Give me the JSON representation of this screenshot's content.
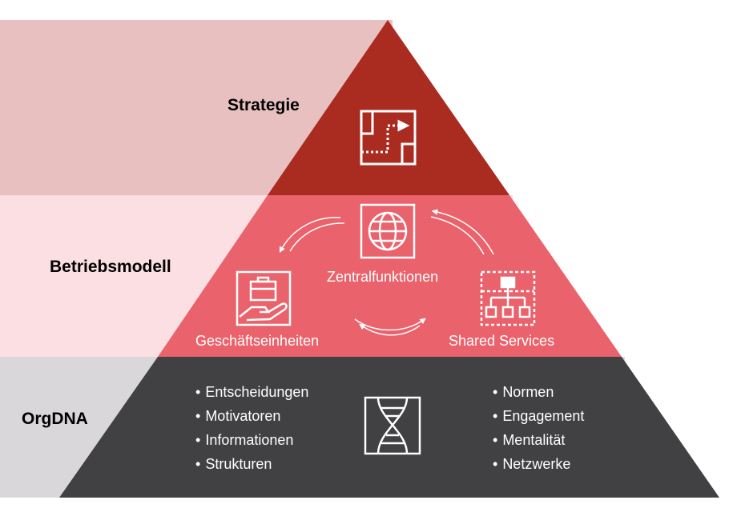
{
  "colors": {
    "strategy_band": "#e7c0bf",
    "model_band": "#fbdfe2",
    "orgdna_band": "#d9d7da",
    "strategy_tier": "#aa2b20",
    "model_tier": "#e9626c",
    "orgdna_tier": "#414042",
    "icon_stroke": "#ffffff"
  },
  "tiers": {
    "strategy": {
      "label": "Strategie",
      "icon": "roadmap-icon"
    },
    "model": {
      "label": "Betriebsmodell",
      "units": [
        {
          "label": "Zentralfunktionen",
          "icon": "globe-icon"
        },
        {
          "label": "Geschäftseinheiten",
          "icon": "briefcase-hand-icon"
        },
        {
          "label": "Shared Services",
          "icon": "org-chart-icon"
        }
      ],
      "cycle_icon": "cycle-arrows-icon"
    },
    "orgdna": {
      "label": "OrgDNA",
      "left_items": [
        "Entscheidungen",
        "Motivatoren",
        "Informationen",
        "Strukturen"
      ],
      "right_items": [
        "Normen",
        "Engagement",
        "Mentalität",
        "Netzwerke"
      ],
      "icon": "dna-icon"
    }
  }
}
